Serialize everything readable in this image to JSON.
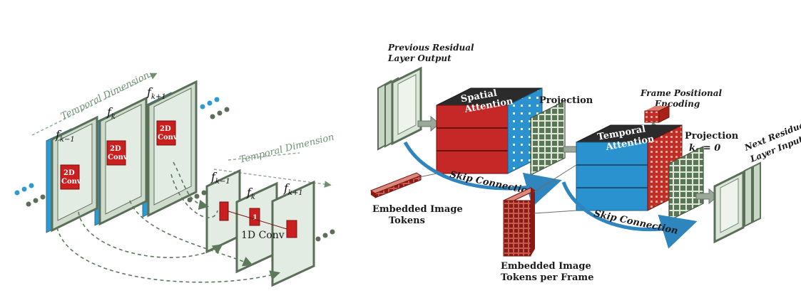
{
  "left": {
    "temporal_dimension_top": "Temporal Dimension",
    "temporal_dimension_bottom": "Temporal Dimension",
    "frame_labels_top": [
      "f",
      "f",
      "f"
    ],
    "frame_subs_top": [
      "k−1",
      "k",
      "k+1"
    ],
    "frame_labels_bottom": [
      "f",
      "f",
      "f"
    ],
    "frame_subs_bottom": [
      "k−1",
      "k",
      "k+1"
    ],
    "conv2d_label": "2D Conv",
    "conv1d_label": "1D Conv",
    "conv1d_mark": "1"
  },
  "right": {
    "previous_residual": [
      "Previous Residual",
      "Layer Output"
    ],
    "spatial_attention": [
      "Spatial",
      "Attention"
    ],
    "projection_1": "Projection",
    "frame_positional": [
      "Frame Positional",
      "Encoding"
    ],
    "temporal_attention": [
      "Temporal",
      "Attention"
    ],
    "projection_2": "Projection",
    "k0_label": "k",
    "k0_sub": "0",
    "k0_value": " = 0",
    "next_residual": [
      "Next Residual",
      "Layer Input"
    ],
    "skip_connection_1": "Skip Connection",
    "skip_connection_2": "Skip Connection",
    "embedded_image_tokens": [
      "Embedded Image",
      "Tokens"
    ],
    "embedded_tokens_per_frame": [
      "Embedded Image",
      "Tokens per Frame"
    ]
  },
  "colors": {
    "frame_fill": "#e3ece3",
    "frame_border": "#5a6e58",
    "frame_blue": "#2e9ad0",
    "conv_red": "#c9201f",
    "attention_red": "#c62828",
    "attention_blue": "#2a93cf",
    "attention_top": "#2b2b2b",
    "dashed_arrow": "#5c7a5a",
    "skip_arrow": "#2f86bf"
  }
}
